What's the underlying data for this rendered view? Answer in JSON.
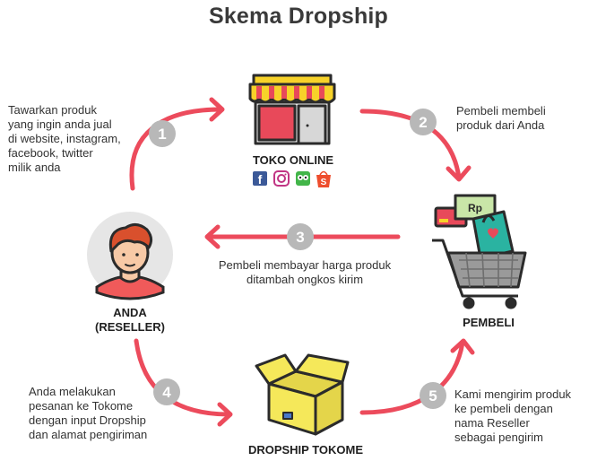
{
  "title": "Skema Dropship",
  "colors": {
    "arrow": "#ec4b5c",
    "step_circle": "#b8b8b8",
    "outline": "#2b2b2b",
    "awning_yellow": "#f7d229",
    "awning_red": "#e8495a",
    "box_yellow": "#f5e85a",
    "shirt_red": "#f05a5a",
    "hair": "#d9502d",
    "skin": "#f7c9a6"
  },
  "nodes": {
    "toko_online": "TOKO ONLINE",
    "pembeli": "PEMBELI",
    "anda": "ANDA",
    "reseller": "(RESELLER)",
    "dropship": "DROPSHIP TOKOME"
  },
  "platform_icons": [
    {
      "name": "facebook-icon",
      "glyph": "f",
      "color": "#3b5998"
    },
    {
      "name": "instagram-icon",
      "glyph": "",
      "color": "#c13584"
    },
    {
      "name": "tokopedia-icon",
      "glyph": "",
      "color": "#42b549"
    },
    {
      "name": "shopee-icon",
      "glyph": "S",
      "color": "#ee4d2d"
    }
  ],
  "cart_items": {
    "money_label": "Rp"
  },
  "steps": [
    {
      "num": "1",
      "lines": [
        "Tawarkan produk",
        "yang ingin anda jual",
        "di website, instagram,",
        "facebook, twitter",
        "milik anda"
      ]
    },
    {
      "num": "2",
      "lines": [
        "Pembeli membeli",
        "produk dari Anda"
      ]
    },
    {
      "num": "3",
      "lines": [
        "Pembeli membayar harga produk",
        "ditambah ongkos kirim"
      ]
    },
    {
      "num": "4",
      "lines": [
        "Anda melakukan",
        "pesanan ke Tokome",
        "dengan input Dropship",
        "dan alamat pengiriman"
      ]
    },
    {
      "num": "5",
      "lines": [
        "Kami mengirim produk",
        "ke pembeli dengan",
        "nama Reseller",
        "sebagai pengirim"
      ]
    }
  ]
}
